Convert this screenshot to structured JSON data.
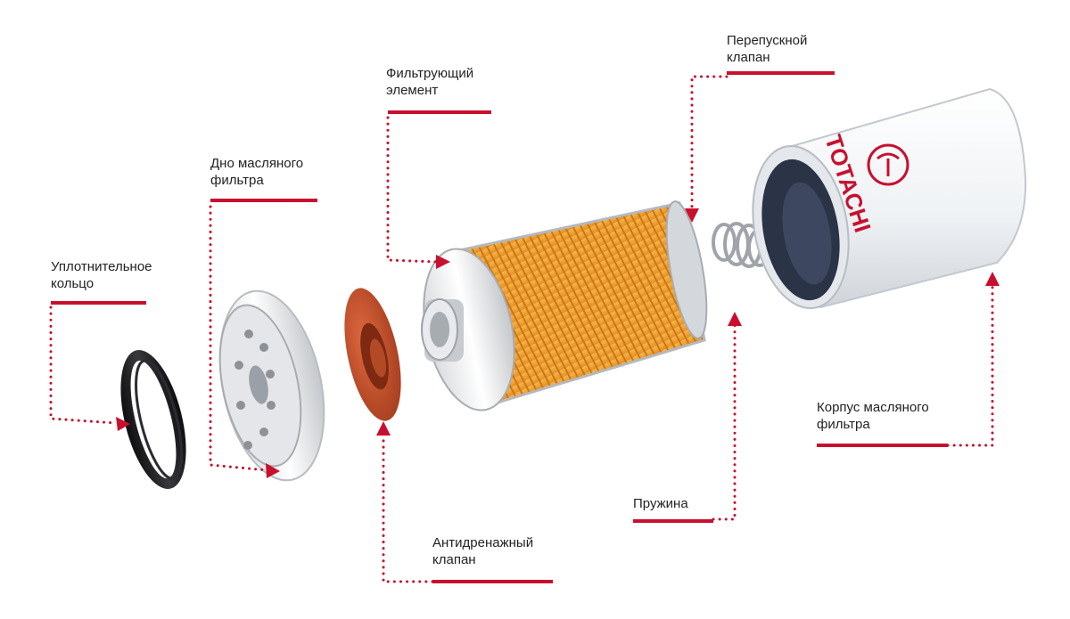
{
  "labels": {
    "seal_ring": {
      "line1": "Уплотнительное",
      "line2": "кольцо"
    },
    "filter_bottom": {
      "line1": "Дно масляного",
      "line2": "фильтра"
    },
    "filter_element": {
      "line1": "Фильтрующий",
      "line2": "элемент"
    },
    "bypass_valve": {
      "line1": "Перепускной",
      "line2": "клапан"
    },
    "housing": {
      "line1": "Корпус масляного",
      "line2": "фильтра"
    },
    "spring": {
      "line1": "Пружина"
    },
    "anti_drain_valve": {
      "line1": "Антидренажный",
      "line2": "клапан"
    }
  },
  "brand": {
    "name": "TOTACHI"
  },
  "colors": {
    "accent": "#c8102e",
    "pleat": "#f0a436",
    "housing": "#f2f4f7",
    "valve": "#c5522e",
    "ring": "#1c1c1e"
  }
}
